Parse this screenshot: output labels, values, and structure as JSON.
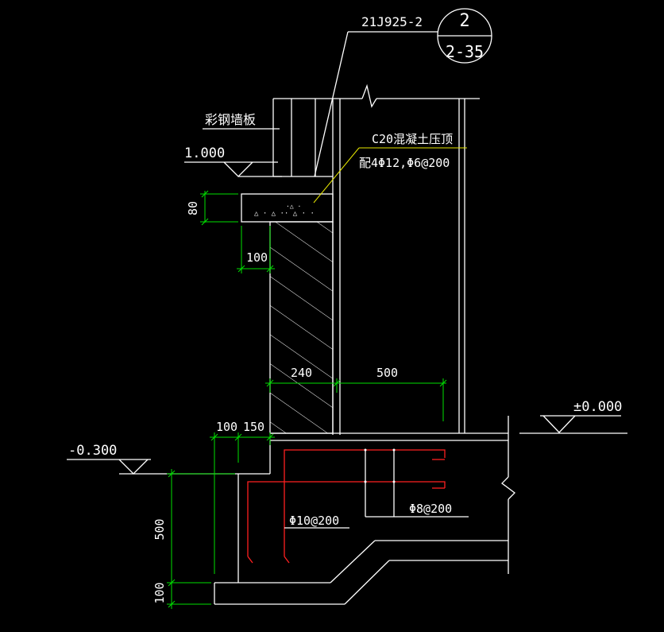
{
  "callout": {
    "reference": "21J925-2",
    "detail_number": "2",
    "sheet_ref": "2-35"
  },
  "labels": {
    "panel": "彩钢墙板",
    "concrete_cap": "C20混凝土压顶",
    "cap_rebar": "配4Φ12,Φ6@200",
    "rebar_a": "Φ10@200",
    "rebar_b": "Φ8@200"
  },
  "elevations": {
    "top": "1.000",
    "zero": "±0.000",
    "ground": "-0.300"
  },
  "dimensions": {
    "cap_height": "80",
    "offset_100_top": "100",
    "wall_width": "240",
    "slab_500": "500",
    "step_100": "100",
    "step_150": "150",
    "depth_500": "500",
    "base_100": "100"
  },
  "colors": {
    "lines": "#ffffff",
    "dimensions": "#00e000",
    "leader": "#e8e800",
    "rebar": "#ff2020",
    "background": "#000000"
  }
}
